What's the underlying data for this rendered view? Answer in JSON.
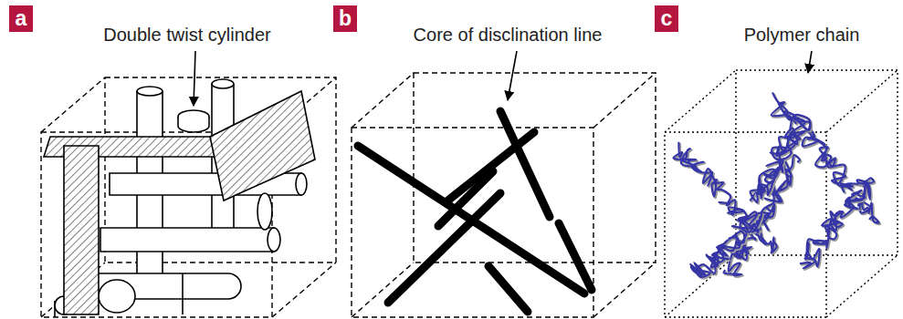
{
  "diagram": {
    "nodes": [
      {
        "text": [
          "a"
        ]
      },
      {
        "text": [
          "b"
        ]
      },
      {
        "text": [
          "c"
        ]
      }
    ],
    "labels": [
      "Double twist cylinder",
      "Core of disclination line",
      "Polymer chain"
    ]
  }
}
